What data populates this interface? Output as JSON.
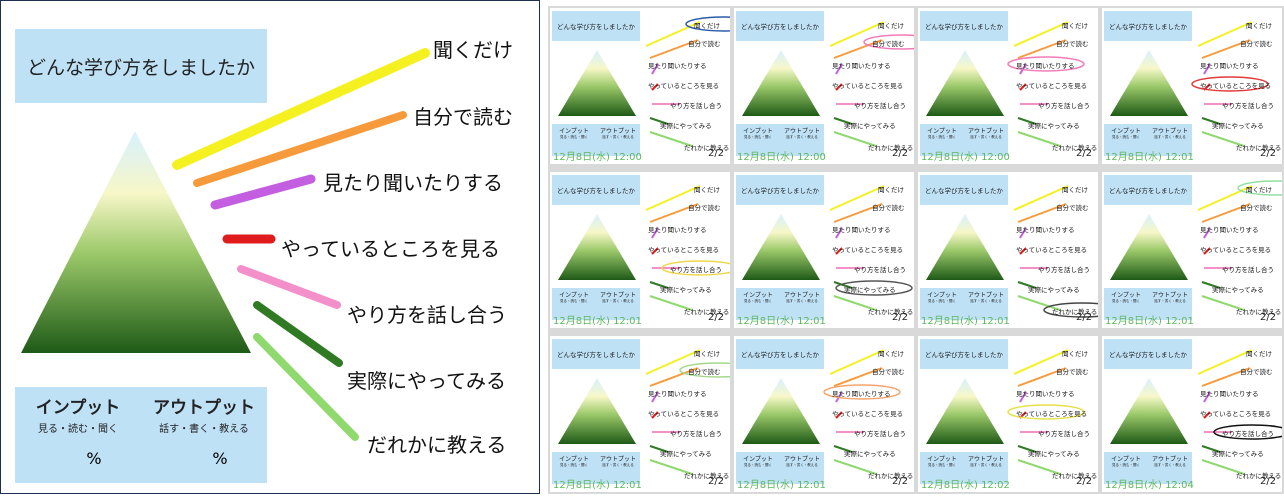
{
  "main_slide": {
    "title": "どんな学び方をしましたか",
    "items": [
      {
        "label": "聞くだけ",
        "color": "#f5f020"
      },
      {
        "label": "自分で読む",
        "color": "#f79a3c"
      },
      {
        "label": "見たり聞いたりする",
        "color": "#c45ee0"
      },
      {
        "label": "やっているところを見る",
        "color": "#e01b1b"
      },
      {
        "label": "やり方を話し合う",
        "color": "#f38fc9"
      },
      {
        "label": "実際にやってみる",
        "color": "#2f7a23"
      },
      {
        "label": "だれかに教える",
        "color": "#8fd96e"
      }
    ],
    "input_head": "インプット",
    "input_sub": "見る・読む・聞く",
    "output_head": "アウトプット",
    "output_sub": "話す・書く・教える",
    "pct_symbol": "%"
  },
  "thumbnails": [
    {
      "date": "12月8日(水) 12:00",
      "page": "2/2",
      "mark": "#2a5aa8"
    },
    {
      "date": "12月8日(水) 12:00",
      "page": "2/2",
      "mark": "#f27ab8"
    },
    {
      "date": "12月8日(水) 12:00",
      "page": "2/2",
      "mark": "#f27ab8"
    },
    {
      "date": "12月8日(水) 12:01",
      "page": "2/2",
      "mark": "#e03a3a"
    },
    {
      "date": "12月8日(水) 12:01",
      "page": "2/2",
      "mark": "#f0d64a"
    },
    {
      "date": "12月8日(水) 12:01",
      "page": "2/2",
      "mark": "#555555"
    },
    {
      "date": "12月8日(水) 12:01",
      "page": "2/2",
      "mark": "#444444"
    },
    {
      "date": "12月8日(水) 12:01",
      "page": "2/2",
      "mark": "#8fe0a0"
    },
    {
      "date": "12月8日(水) 12:01",
      "page": "2/2",
      "mark": "#a5d98a"
    },
    {
      "date": "12月8日(水) 12:01",
      "page": "2/2",
      "mark": "#f5a36c"
    },
    {
      "date": "12月8日(水) 12:02",
      "page": "2/2",
      "mark": "#e6e04a"
    },
    {
      "date": "12月8日(水) 12:04",
      "page": "2/2",
      "mark": "#111111"
    }
  ]
}
